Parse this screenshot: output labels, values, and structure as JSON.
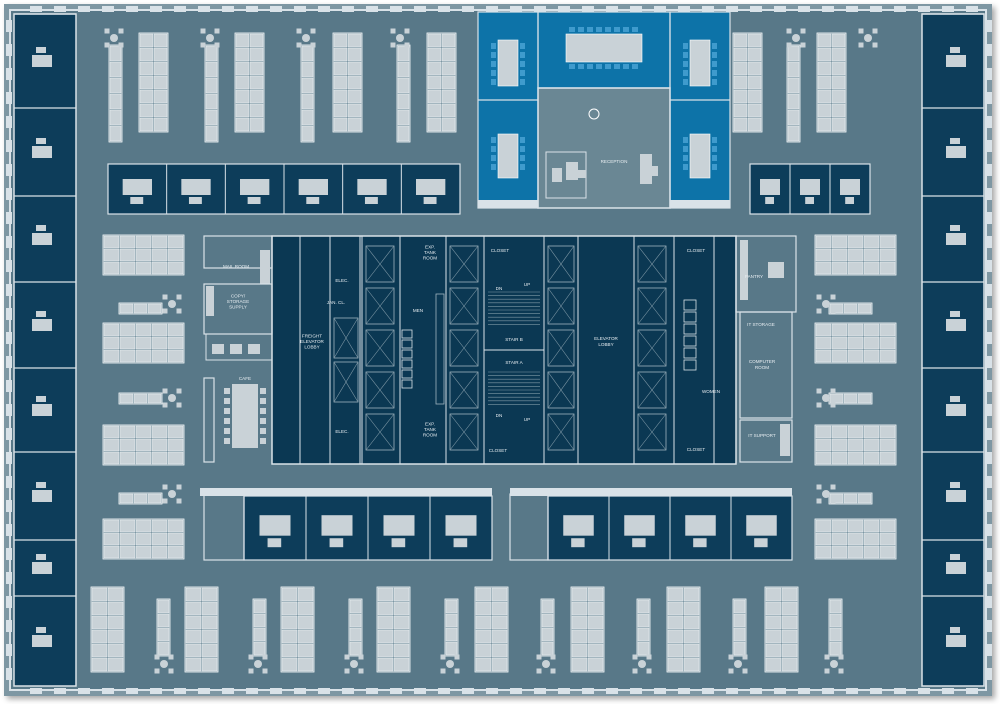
{
  "colors": {
    "floor": "#587888",
    "dark": "#0d3d5a",
    "core": "#0b3853",
    "blue": "#0d73a8",
    "blueLight": "#3f9bcd",
    "wall": "#d9e2e8",
    "furniture": "#c9d2d7",
    "reception": "#6a8794",
    "frame": "#6b8795"
  },
  "labels": {
    "reception": "RECEPTION",
    "mailRoom": "MAIL ROOM",
    "copyStorage": "COPY/\nSTORAGE\nSUPPLY",
    "cafe": "CAFE",
    "freightLobby": "FREIGHT\nELEVATOR\nLOBBY",
    "elecTop": "ELEC.",
    "janCl": "JAN. CL.",
    "elecBottom": "ELEC.",
    "expTankTop": "EXP.\nTANK\nROOM",
    "expTankBottom": "EXP.\nTANK\nROOM",
    "men": "MEN",
    "closetTop": "CLOSET",
    "closetBottom": "CLOSET",
    "dnTop": "DN",
    "upTop": "UP",
    "stairB": "STAIR B",
    "stairA": "STAIR A",
    "dnBottom": "DN",
    "upBottom": "UP",
    "elevatorLobby": "ELEVATOR\nLOBBY",
    "closetRightTop": "CLOSET",
    "closetRightBottom": "CLOSET",
    "women": "WOMEN",
    "pantry": "PANTRY",
    "itStorage": "IT STORAGE",
    "computerRoom": "COMPUTER\nROOM",
    "itSupport": "IT SUPPORT"
  }
}
